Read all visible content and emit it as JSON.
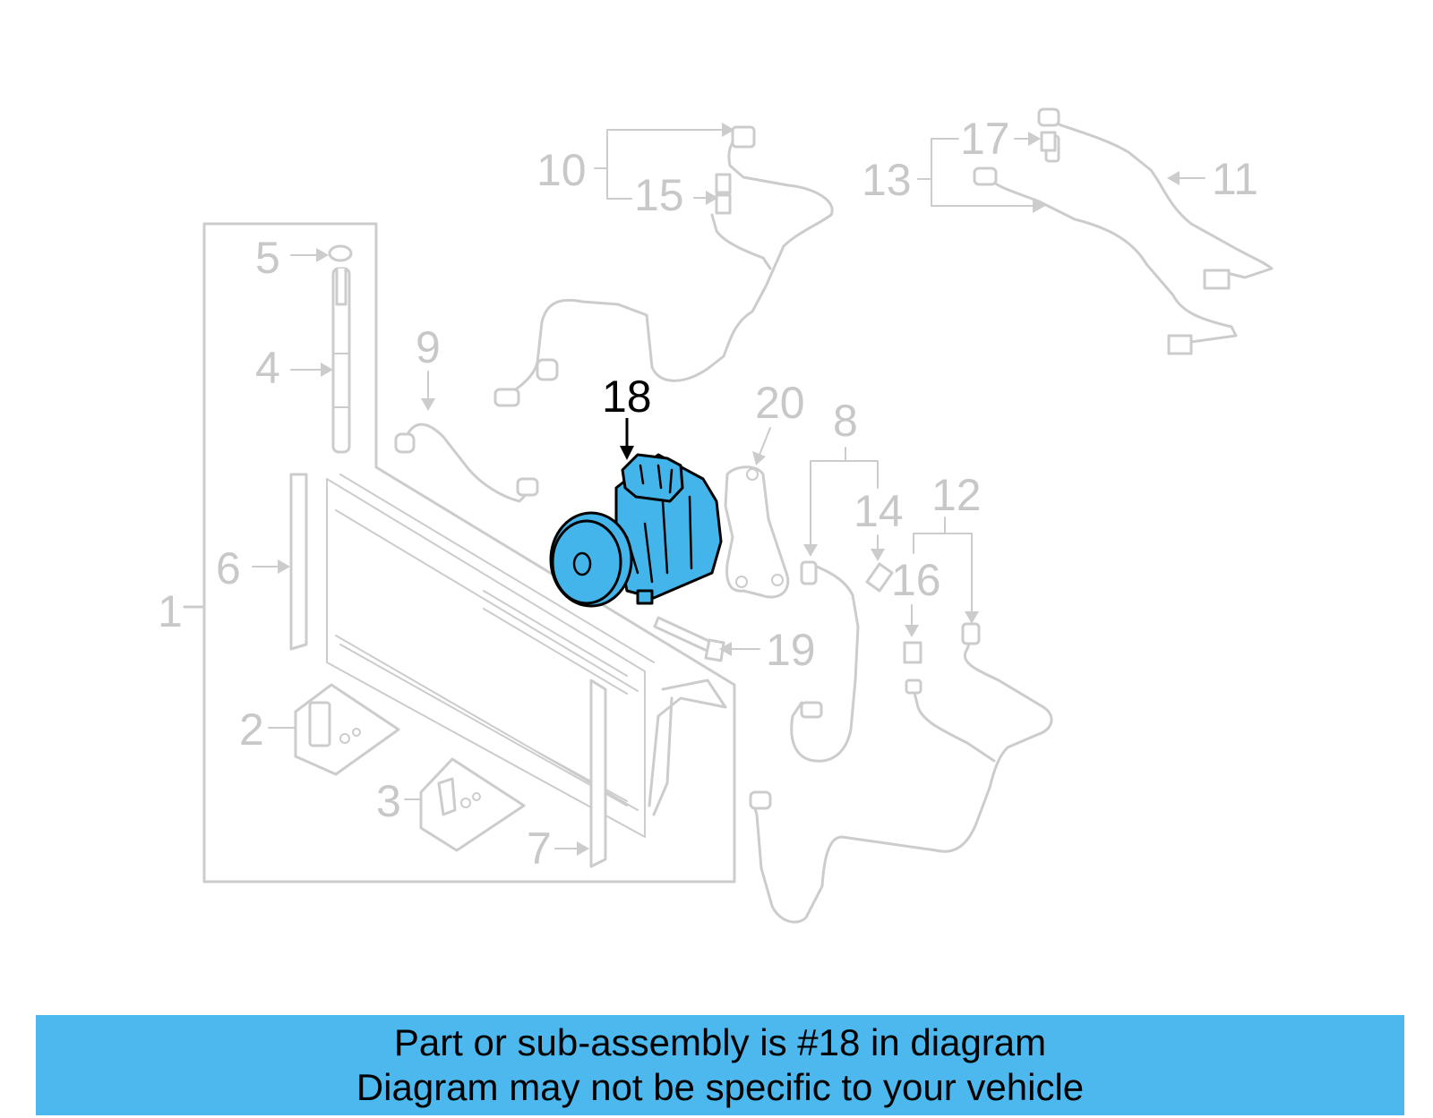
{
  "diagram": {
    "highlighted_part": "18",
    "callouts": [
      "1",
      "2",
      "3",
      "4",
      "5",
      "6",
      "7",
      "8",
      "9",
      "10",
      "11",
      "12",
      "13",
      "14",
      "15",
      "16",
      "17",
      "18",
      "19",
      "20"
    ],
    "highlight_color": "#44b5ea",
    "muted_color": "#cccccc"
  },
  "banner": {
    "line1": "Part or sub-assembly is #18 in diagram",
    "line2": "Diagram may not be specific to your vehicle",
    "color": "#4cb8ee"
  }
}
